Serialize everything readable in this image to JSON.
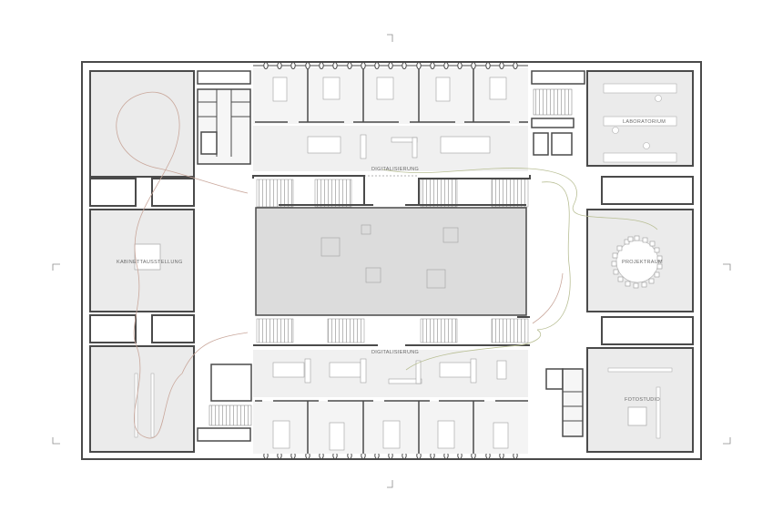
{
  "drawing": {
    "type": "architectural floor plan",
    "colors": {
      "wall": "#4a4a4a",
      "floor": "#ebebeb",
      "courtyard": "#dedede",
      "furniture_fill": "#ffffff",
      "furniture_line": "#9a9a9a",
      "path_red": "#c9a79b",
      "path_green": "#b9bf95"
    }
  },
  "rooms": {
    "laboratorium": "LABORATORIUM",
    "kabinettausstellung": "KABINETTAUSSTELLUNG",
    "projektraum": "PROJEKTRAUM",
    "fotostudio": "FOTOSTUDIO",
    "digitalisierung_top": "DIGITALISIERUNG",
    "digitalisierung_bottom": "DIGITALISIERUNG"
  },
  "counts": {
    "top_offices": 5,
    "bottom_offices": 5,
    "facade_columns_per_side": 19,
    "projektraum_chairs": 18,
    "courtyard_skylights": 5
  }
}
